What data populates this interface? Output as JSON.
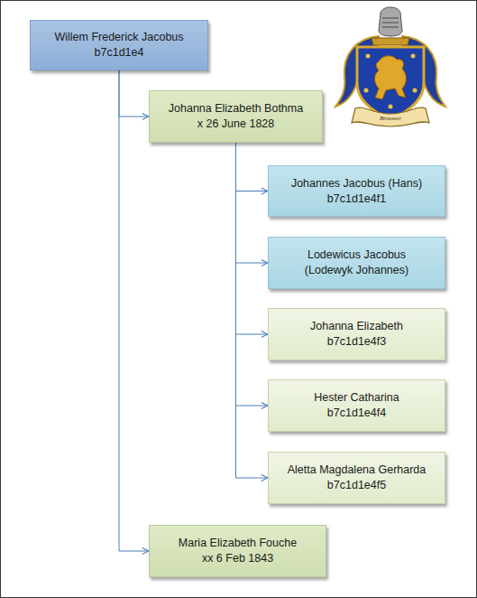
{
  "diagram": {
    "nodes": [
      {
        "text": [
          "Willem Frederick Jacobus",
          "b7c1d1e4"
        ]
      },
      {
        "text": [
          "Johanna Elizabeth Bothma",
          "x 26 June 1828"
        ]
      },
      {
        "text": [
          "Johannes Jacobus (Hans)",
          "b7c1d1e4f1"
        ]
      },
      {
        "text": [
          "Lodewicus Jacobus",
          "(Lodewyk Johannes)"
        ]
      },
      {
        "text": [
          "Johanna Elizabeth",
          "b7c1d1e4f3"
        ]
      },
      {
        "text": [
          "Hester Catharina",
          "b7c1d1e4f4"
        ]
      },
      {
        "text": [
          "Aletta Magdalena Gerharda",
          "b7c1d1e4f5"
        ]
      },
      {
        "text": [
          "Maria Elizabeth Fouche",
          "xx 6 Feb 1843"
        ]
      }
    ],
    "edges": [
      {
        "from": 0,
        "to": 1,
        "arrow": "to"
      },
      {
        "from": 0,
        "to": 7,
        "arrow": "to"
      },
      {
        "from": 1,
        "to": 2,
        "arrow": "to"
      },
      {
        "from": 1,
        "to": 3,
        "arrow": "to"
      },
      {
        "from": 1,
        "to": 4,
        "arrow": "to"
      },
      {
        "from": 1,
        "to": 5,
        "arrow": "to"
      },
      {
        "from": 1,
        "to": 6,
        "arrow": "to"
      }
    ],
    "labels": [
      "Brouwer"
    ]
  }
}
